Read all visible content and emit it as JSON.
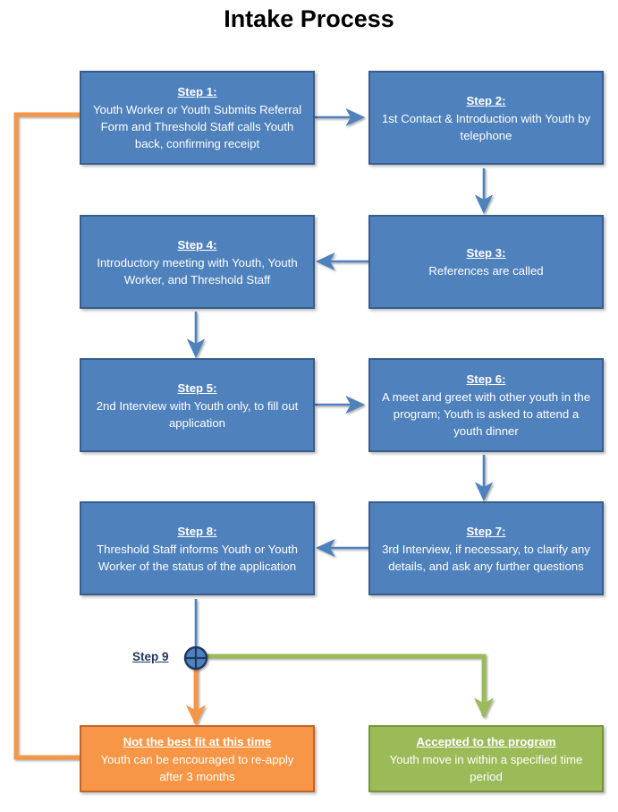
{
  "title": "Intake Process",
  "colors": {
    "blue_fill": "#4F81BD",
    "blue_border": "#385D8A",
    "orange_fill": "#F79646",
    "orange_border": "#C0662A",
    "green_fill": "#9BBB59",
    "green_border": "#77933C",
    "blue_connector": "#4F81BD",
    "orange_connector": "#F79646",
    "green_connector": "#9BBB59",
    "title_text": "#000000",
    "node_text": "#FFFFFF",
    "step9_label_text": "#1F3864",
    "background": "#FFFFFF"
  },
  "nodes": [
    {
      "id": "step1",
      "header": "Step 1:",
      "body": "Youth Worker or Youth Submits Referral Form and Threshold Staff calls Youth back, confirming receipt",
      "color": "blue"
    },
    {
      "id": "step2",
      "header": "Step 2:",
      "body": "1st Contact & Introduction  with Youth by telephone",
      "color": "blue"
    },
    {
      "id": "step3",
      "header": "Step 3:",
      "body": "References are called",
      "color": "blue"
    },
    {
      "id": "step4",
      "header": "Step 4:",
      "body": "Introductory  meeting with Youth, Youth Worker,  and Threshold Staff",
      "color": "blue"
    },
    {
      "id": "step5",
      "header": "Step 5:",
      "body": "2nd Interview with Youth only, to fill out application",
      "color": "blue"
    },
    {
      "id": "step6",
      "header": "Step 6:",
      "body": "A meet and greet with other youth in the program;  Youth is asked to attend a youth  dinner",
      "color": "blue"
    },
    {
      "id": "step7",
      "header": "Step 7:",
      "body": "3rd Interview, if necessary, to clarify any details, and ask any further questions",
      "color": "blue"
    },
    {
      "id": "step8",
      "header": "Step 8:",
      "body": "Threshold Staff informs Youth or Youth Worker of the status of the application",
      "color": "blue"
    },
    {
      "id": "outcome_rejected",
      "header": "Not the best fit at this time",
      "body": "Youth can be encouraged to re-apply after 3 months",
      "color": "orange"
    },
    {
      "id": "outcome_accepted",
      "header": "Accepted to the program",
      "body": "Youth move in within a specified time period",
      "color": "green"
    }
  ],
  "decision": {
    "label": "Step 9",
    "marker": "circle-cross-node"
  },
  "connectors": [
    {
      "from": "step1",
      "to": "step2",
      "direction": "right",
      "color": "blue"
    },
    {
      "from": "step2",
      "to": "step3",
      "direction": "down",
      "color": "blue"
    },
    {
      "from": "step3",
      "to": "step4",
      "direction": "left",
      "color": "blue"
    },
    {
      "from": "step4",
      "to": "step5",
      "direction": "down",
      "color": "blue"
    },
    {
      "from": "step5",
      "to": "step6",
      "direction": "right",
      "color": "blue"
    },
    {
      "from": "step6",
      "to": "step7",
      "direction": "down",
      "color": "blue"
    },
    {
      "from": "step7",
      "to": "step8",
      "direction": "left",
      "color": "blue"
    },
    {
      "from": "step8",
      "to": "decision",
      "direction": "down",
      "color": "blue"
    },
    {
      "from": "decision",
      "to": "outcome_rejected",
      "direction": "down",
      "color": "orange"
    },
    {
      "from": "decision",
      "to": "outcome_accepted",
      "direction": "right-down",
      "color": "green"
    },
    {
      "from": "outcome_rejected",
      "to": "step1",
      "direction": "left-up-right",
      "color": "orange"
    }
  ]
}
